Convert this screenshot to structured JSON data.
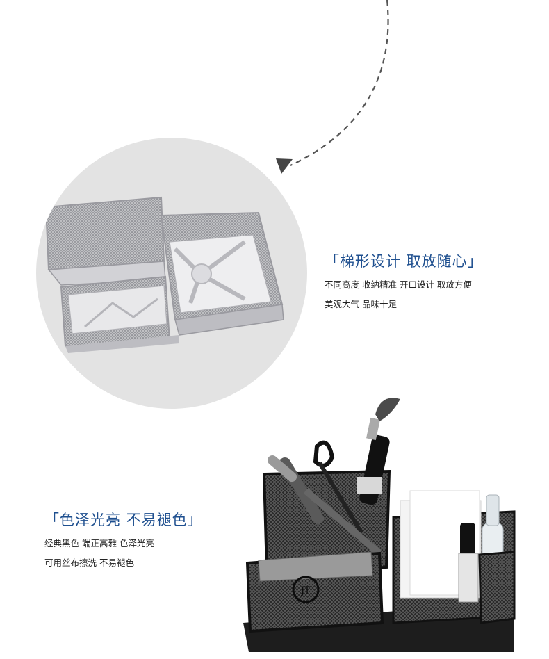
{
  "features": [
    {
      "title": "「梯形设计  取放随心」",
      "lines": [
        "不同高度 收纳精准 开口设计  取放方便",
        "美观大气 品味十足"
      ]
    },
    {
      "title": "「色泽光亮  不易褪色」",
      "lines": [
        "经典黑色 端正高雅 色泽光亮",
        "可用丝布擦洗 不易褪色"
      ]
    }
  ],
  "images": [
    {
      "name": "silver-mesh-organizer",
      "finish": "silver mesh"
    },
    {
      "name": "black-mesh-organizer",
      "finish": "black mesh"
    }
  ],
  "colors": {
    "title_blue": "#1e4f8f",
    "circle_bg": "#e3e3e3",
    "arrow": "#555555"
  }
}
